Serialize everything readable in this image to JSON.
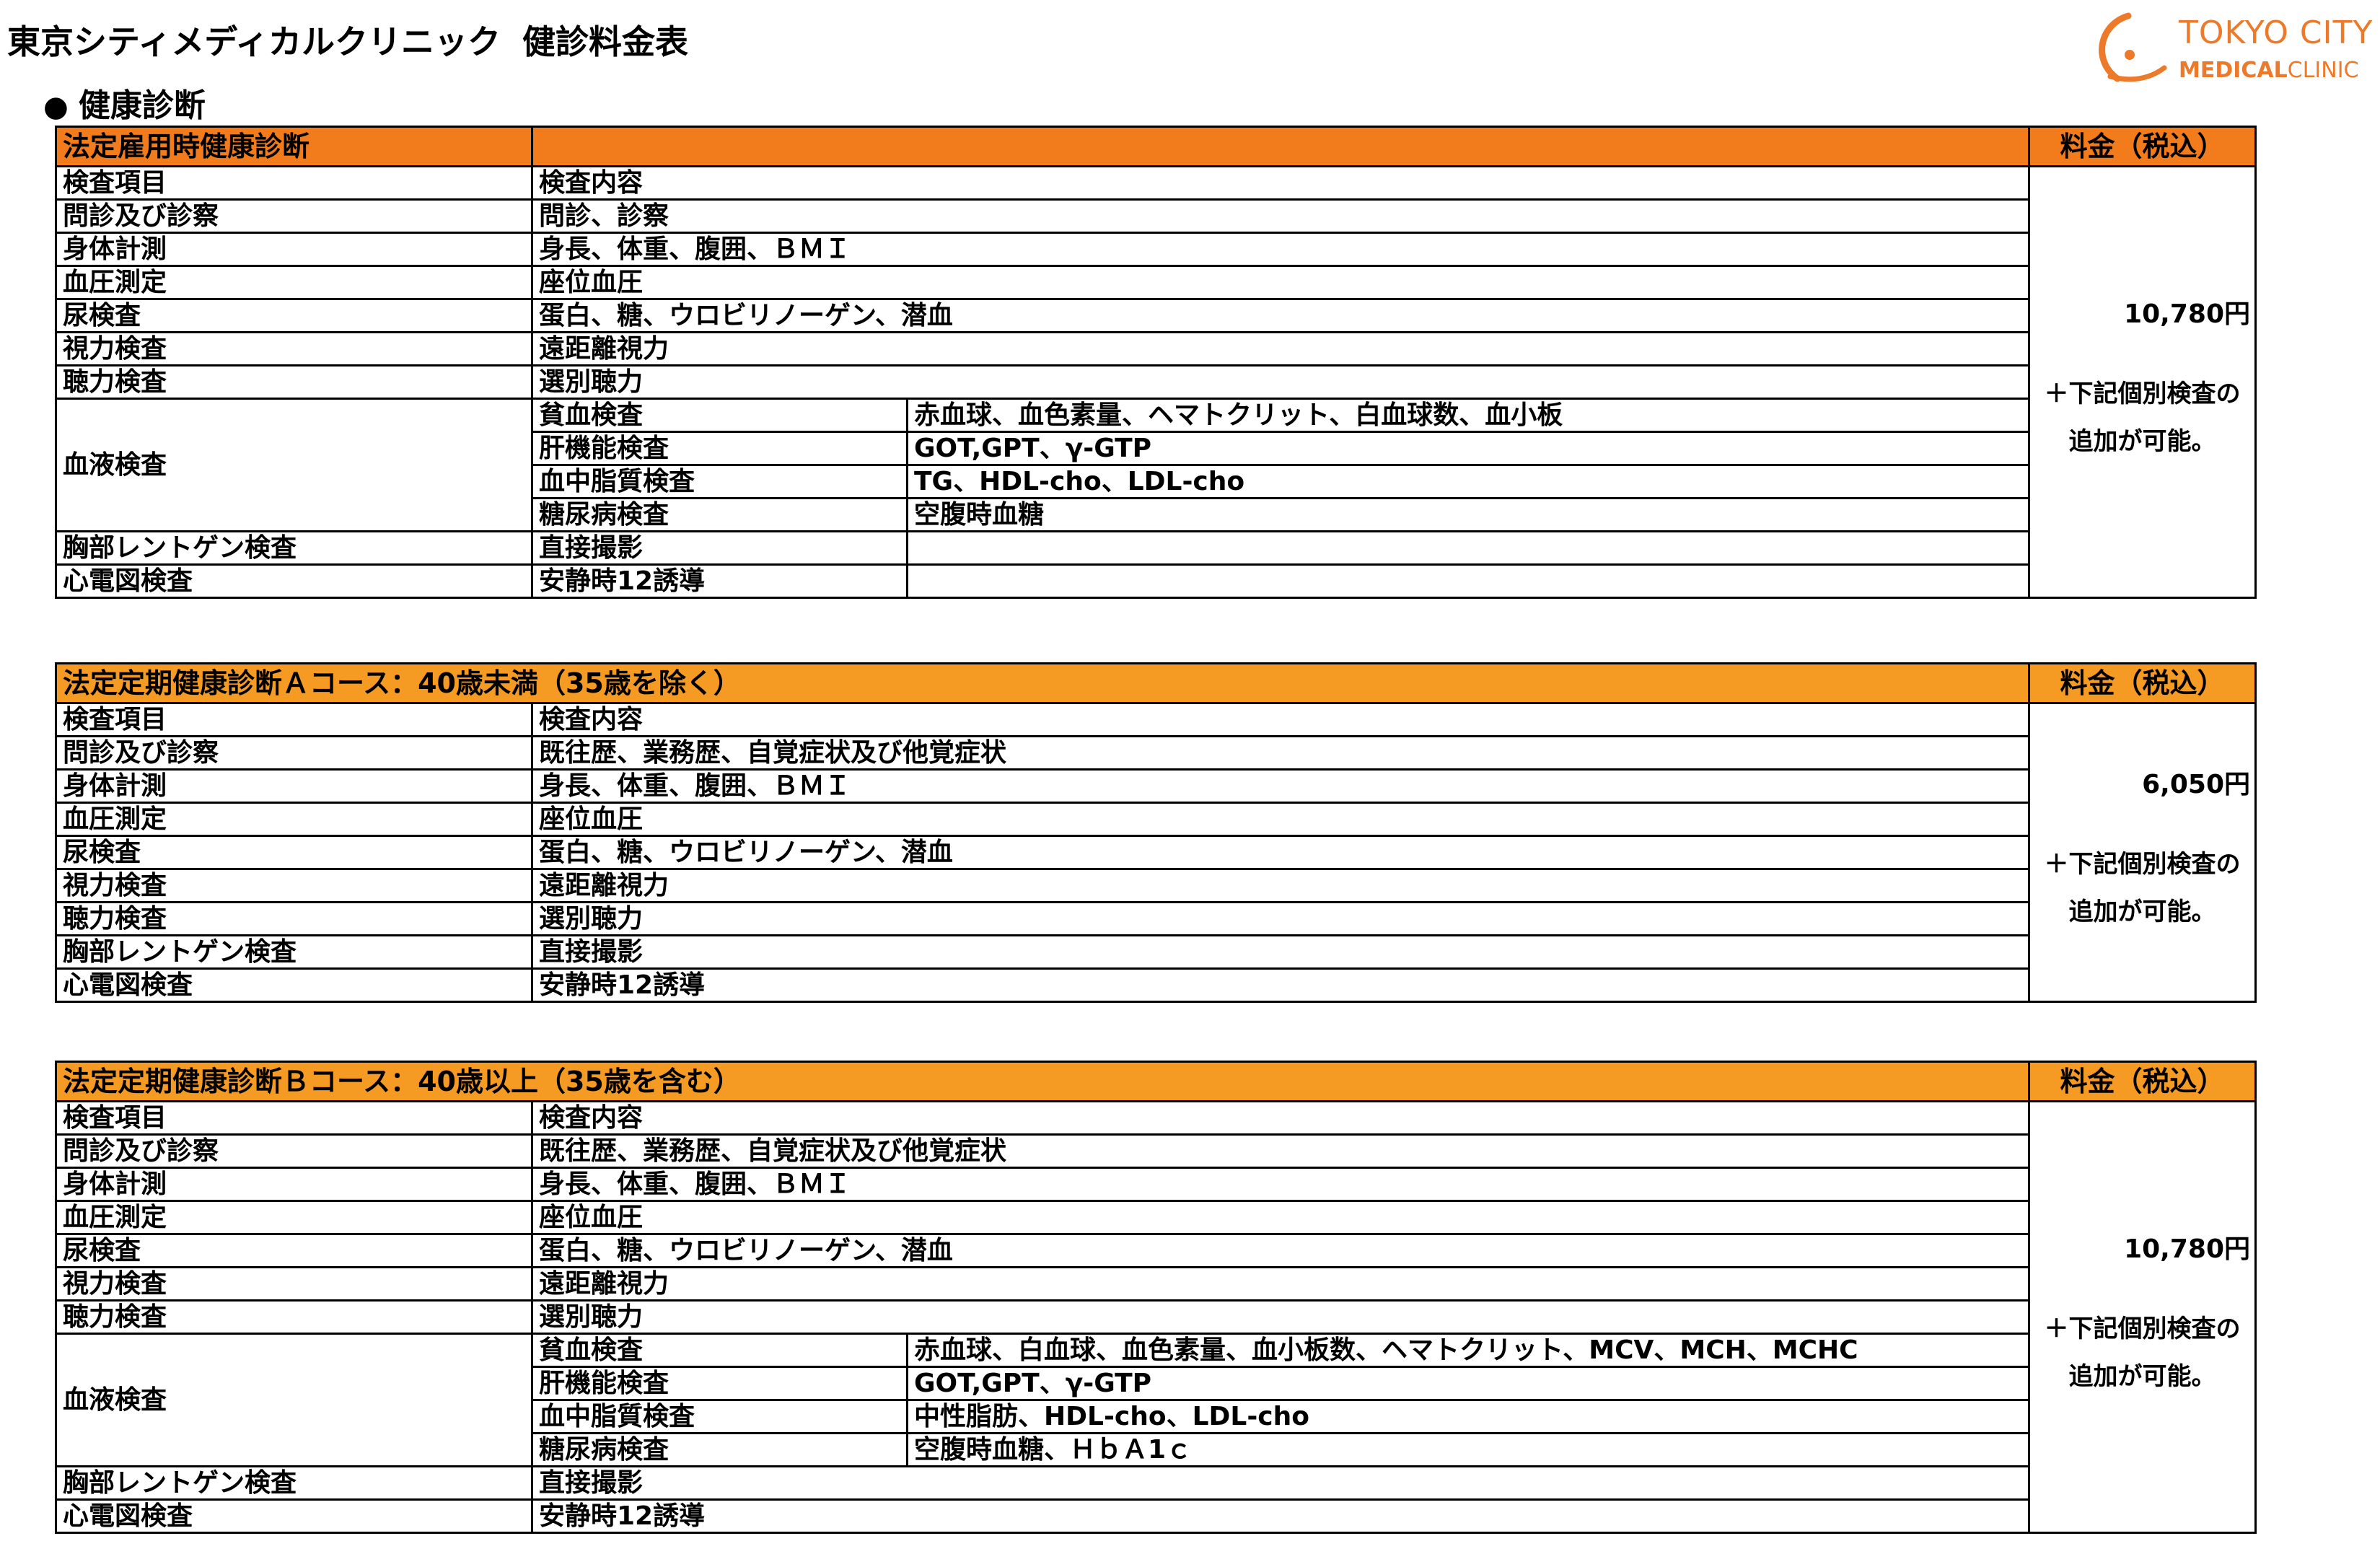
{
  "header": {
    "clinic_name": "東京シティメディカルクリニック",
    "doc_title": "健診料金表",
    "section_bullet": "●",
    "section_title": "健康診断",
    "logo": {
      "line1": "TOKYO CITY",
      "line2_bold": "MEDICAL",
      "line2": "CLINIC",
      "color": "#ec7a2a"
    }
  },
  "common": {
    "price_header": "料金（税込）",
    "col_item": "検査項目",
    "col_content": "検査内容",
    "note_line1": "＋下記個別検査の",
    "note_line2": "追加が可能。"
  },
  "tables": [
    {
      "title": "法定雇用時健康診断",
      "price": "10,780円",
      "header_color": "#f27c1c",
      "rows": [
        {
          "item": "問診及び診察",
          "content": "問診、診察"
        },
        {
          "item": "身体計測",
          "content": "身長、体重、腹囲、ＢＭＩ"
        },
        {
          "item": "血圧測定",
          "content": "座位血圧"
        },
        {
          "item": "尿検査",
          "content": "蛋白、糖、ウロビリノーゲン、潜血"
        },
        {
          "item": "視力検査",
          "content": "遠距離視力"
        },
        {
          "item": "聴力検査",
          "content": "選別聴力"
        }
      ],
      "blood": {
        "item": "血液検査",
        "subs": [
          {
            "name": "貧血検査",
            "content": "赤血球、血色素量、ヘマトクリット、白血球数、血小板"
          },
          {
            "name": "肝機能検査",
            "content": "GOT,GPT、γ-GTP"
          },
          {
            "name": "血中脂質検査",
            "content": "TG、HDL-cho、LDL-cho"
          },
          {
            "name": "糖尿病検査",
            "content": "空腹時血糖"
          }
        ]
      },
      "tail": [
        {
          "item": "胸部レントゲン検査",
          "content": "直接撮影"
        },
        {
          "item": "心電図検査",
          "content": "安静時12誘導"
        }
      ]
    },
    {
      "title": "法定定期健康診断Ａコース：40歳未満（35歳を除く）",
      "price": "6,050円",
      "header_color": "#f59a22",
      "rows": [
        {
          "item": "問診及び診察",
          "content": "既往歴、業務歴、自覚症状及び他覚症状"
        },
        {
          "item": "身体計測",
          "content": "身長、体重、腹囲、ＢＭＩ"
        },
        {
          "item": "血圧測定",
          "content": "座位血圧"
        },
        {
          "item": "尿検査",
          "content": "蛋白、糖、ウロビリノーゲン、潜血"
        },
        {
          "item": "視力検査",
          "content": "遠距離視力"
        },
        {
          "item": "聴力検査",
          "content": "選別聴力"
        },
        {
          "item": "胸部レントゲン検査",
          "content": "直接撮影"
        },
        {
          "item": "心電図検査",
          "content": "安静時12誘導"
        }
      ]
    },
    {
      "title": "法定定期健康診断Ｂコース：40歳以上（35歳を含む）",
      "price": "10,780円",
      "header_color": "#f59a22",
      "rows": [
        {
          "item": "問診及び診察",
          "content": "既往歴、業務歴、自覚症状及び他覚症状"
        },
        {
          "item": "身体計測",
          "content": "身長、体重、腹囲、ＢＭＩ"
        },
        {
          "item": "血圧測定",
          "content": "座位血圧"
        },
        {
          "item": "尿検査",
          "content": "蛋白、糖、ウロビリノーゲン、潜血"
        },
        {
          "item": "視力検査",
          "content": "遠距離視力"
        },
        {
          "item": "聴力検査",
          "content": "選別聴力"
        }
      ],
      "blood": {
        "item": "血液検査",
        "subs": [
          {
            "name": "貧血検査",
            "content": "赤血球、白血球、血色素量、血小板数、ヘマトクリット、MCV、MCH、MCHC"
          },
          {
            "name": "肝機能検査",
            "content": "GOT,GPT、γ-GTP"
          },
          {
            "name": "血中脂質検査",
            "content": "中性脂肪、HDL-cho、LDL-cho"
          },
          {
            "name": "糖尿病検査",
            "content": "空腹時血糖、ＨｂＡ1ｃ"
          }
        ]
      },
      "tail": [
        {
          "item": "胸部レントゲン検査",
          "content": "直接撮影"
        },
        {
          "item": "心電図検査",
          "content": "安静時12誘導"
        }
      ]
    }
  ]
}
